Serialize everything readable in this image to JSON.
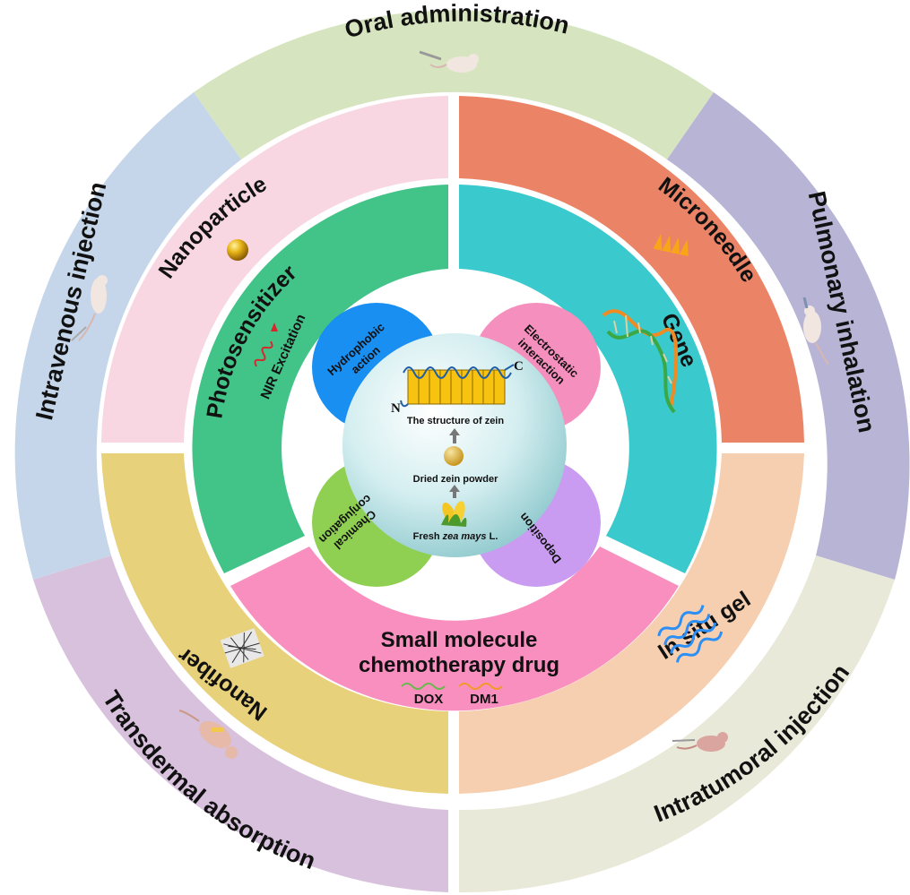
{
  "outer_ring": {
    "top": "Oral administration",
    "upper_right": "Pulmonary inhalation",
    "lower_right": "Intratumoral injection",
    "lower_left": "Transdermal absorption",
    "upper_left": "Intravenous injection"
  },
  "middle_ring": {
    "top_left": "Nanoparticle",
    "top_right": "Microneedle",
    "bottom_right": "In situ gel",
    "bottom_left": "Nanofiber"
  },
  "inner_ring": {
    "left": "Photosensitizer",
    "left_sub": "NIR Excitation",
    "right": "Gene",
    "bottom_line1": "Small molecule",
    "bottom_line2": "chemotherapy drug",
    "drug1": "DOX",
    "drug2": "DM1"
  },
  "petals": {
    "top_left_line1": "Hydrophobic",
    "top_left_line2": "action",
    "top_right_line1": "Electrostatic",
    "top_right_line2": "interaction",
    "bottom_left_line1": "Chemical",
    "bottom_left_line2": "conjugation",
    "bottom_right": "Deposition"
  },
  "center": {
    "structure_label": "The structure of zein",
    "n_terminal": "N",
    "c_terminal": "C",
    "powder_label": "Dried zein powder",
    "corn_label_prefix": "Fresh ",
    "corn_label_italic": "zea mays",
    "corn_label_suffix": " L."
  },
  "colors": {
    "oral": "#d6e5bf",
    "pulmonary": "#b7b4d6",
    "intratumoral": "#e9e9d9",
    "transdermal": "#d8c1dc",
    "intravenous": "#c5d6ea",
    "nanoparticle": "#f8d7e3",
    "microneedle": "#eb8466",
    "in_situ_gel": "#f6cfb1",
    "nanofiber": "#e8d17b",
    "photosensitizer": "#42c489",
    "gene": "#3ac9cd",
    "small_molecule": "#f88fbf",
    "hydrophobic": "#1a8ff2",
    "electrostatic": "#f58fbd",
    "chemical": "#8fd052",
    "deposition": "#c99cf2"
  }
}
